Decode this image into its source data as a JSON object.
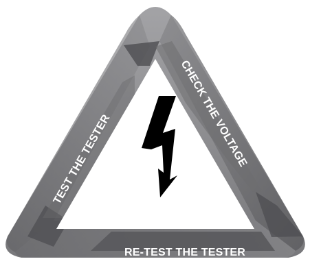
{
  "diagram": {
    "steps": [
      {
        "label": "CHECK THE VOLTAGE"
      },
      {
        "label": "RE-TEST THE TESTER"
      },
      {
        "label": "TEST THE TESTER"
      }
    ],
    "center_icon": "lightning-bolt-icon",
    "colors": {
      "band_light": "#8c8c8f",
      "band_mid": "#6f6f72",
      "band_dark": "#4e4e51",
      "inner_field": "#ffffff",
      "bolt": "#000000",
      "text": "#ffffff"
    }
  }
}
